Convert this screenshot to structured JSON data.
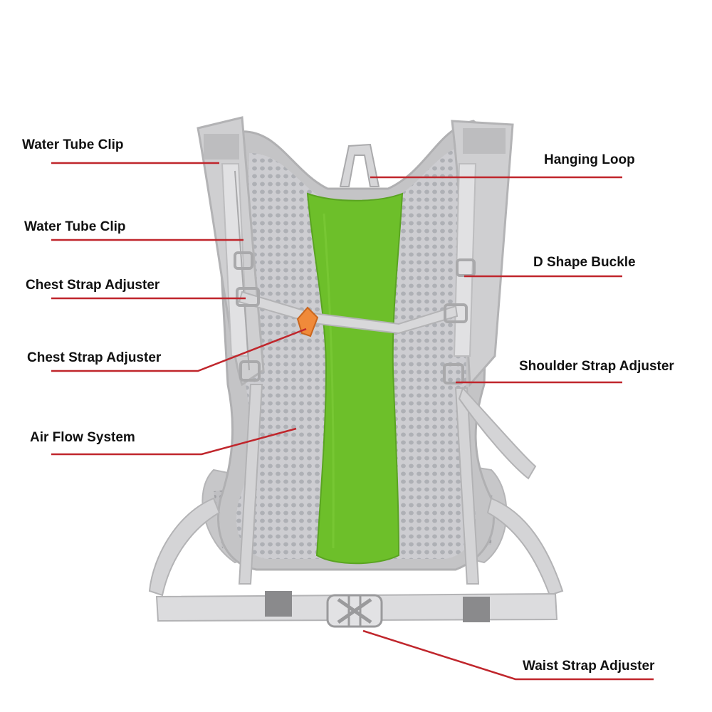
{
  "colors": {
    "leader_line": "#c0262c",
    "mesh": "#c9c9cc",
    "frame": "#c4c4c4",
    "strap": "#d4d4d4",
    "panel_green": "#6dbf2a",
    "buckle_orange": "#f08a3a"
  },
  "labels": {
    "water_tube_clip_1": "Water Tube Clip",
    "water_tube_clip_2": "Water Tube Clip",
    "chest_strap_adjuster_1": "Chest Strap Adjuster",
    "chest_strap_adjuster_2": "Chest Strap Adjuster",
    "air_flow_system": "Air Flow System",
    "hanging_loop": "Hanging Loop",
    "d_shape_buckle": "D Shape Buckle",
    "shoulder_strap_adjuster": "Shoulder Strap Adjuster",
    "waist_strap_adjuster": "Waist Strap Adjuster"
  }
}
